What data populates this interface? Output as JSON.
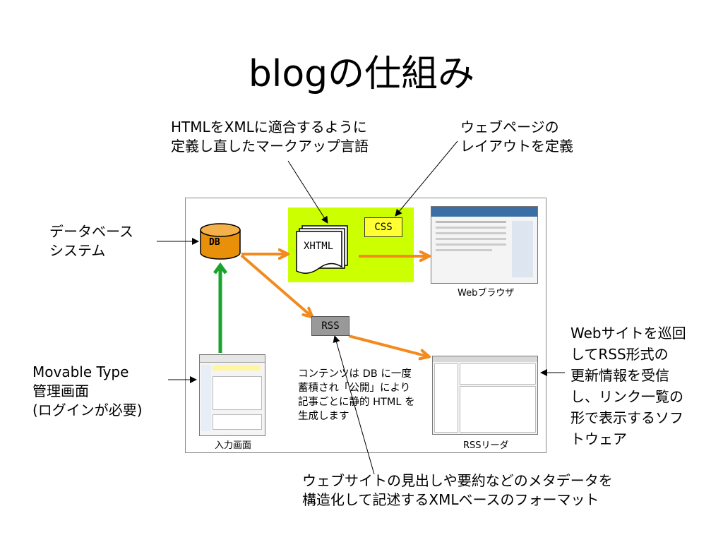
{
  "title": "blogの仕組み",
  "callouts": {
    "xhtml_desc": [
      "HTMLをXMLに適合するように",
      "定義し直したマークアップ言語"
    ],
    "css_desc": [
      "ウェブページの",
      "レイアウトを定義"
    ],
    "db_desc": [
      "データベース",
      "システム"
    ],
    "movable_type": [
      "Movable Type",
      "管理画面",
      "(ログインが必要)"
    ],
    "rss_reader_desc": [
      "Webサイトを巡回",
      "してRSS形式の",
      "更新情報を受信",
      "し、リンク一覧の",
      "形で表示するソフ",
      "トウェア"
    ],
    "rss_desc": [
      "ウェブサイトの見出しや要約などのメタデータを",
      "構造化して記述するXMLベースのフォーマット"
    ]
  },
  "diagram": {
    "db": "DB",
    "xhtml": "XHTML",
    "css": "CSS",
    "rss": "RSS",
    "browser_caption": "Webブラウザ",
    "input_caption": "入力画面",
    "reader_caption": "RSSリーダ",
    "content_note": [
      "コンテンツは DB に一度",
      "蓄積され「公開」により",
      "記事ごとに静的 HTML を",
      "生成します"
    ]
  },
  "colors": {
    "orange": "#f28a1e",
    "green": "#1aa32a",
    "lime": "#ccff00",
    "db_fill": "#e8900a"
  }
}
